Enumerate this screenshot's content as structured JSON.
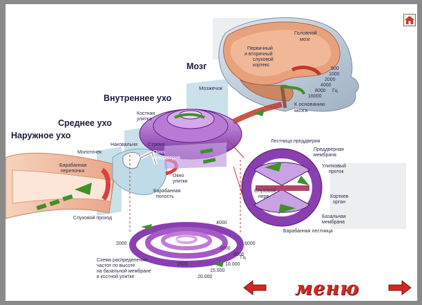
{
  "titles": {
    "outer_ear": "Наружное ухо",
    "middle_ear": "Среднее ухо",
    "inner_ear": "Внутреннее ухо",
    "brain": "Мозг"
  },
  "brain_labels": {
    "head_brain": [
      "Головной",
      "мозг"
    ],
    "cortex": [
      "Первичный",
      "и вторичный",
      "слуховой",
      "кортекс"
    ],
    "cerebellum": "Мозжечок",
    "to_base": [
      "К основанию",
      "мозга"
    ],
    "frequencies": [
      "500",
      "1000",
      "2000",
      "4000",
      "8000",
      "16000"
    ],
    "hz": "Гц"
  },
  "ear_labels": {
    "cochlea": [
      "Костная",
      "улитка"
    ],
    "anvil": "Наковальня",
    "stirrup": "Стремя",
    "hammer": "Молоточек",
    "eardrum": [
      "Барабанная",
      "перепонка"
    ],
    "oval_window": [
      "Окно",
      "преддверия"
    ],
    "round_window": [
      "Окно",
      "улитки"
    ],
    "tympanic_cavity": [
      "Барабанная",
      "полость"
    ],
    "ear_canal": "Слуховой проход"
  },
  "section_labels": {
    "scala_vestibuli": "Лестница преддверия",
    "vestibular_membrane": [
      "Преддверная",
      "мембрана"
    ],
    "cochlear_duct": [
      "Улитковый",
      "проток"
    ],
    "auditory_nerve": [
      "Слуховой",
      "нерв"
    ],
    "corti": [
      "Кортиев",
      "орган"
    ],
    "basilar_membrane": [
      "Базальная",
      "мембрана"
    ],
    "scala_tympani": "Барабанная лестница"
  },
  "spiral": {
    "values": [
      "4000",
      "100",
      "2000",
      "1000",
      "6000",
      "8000",
      "1500",
      "10.000",
      "15.000",
      "20.000"
    ],
    "hz": "Гц",
    "caption": [
      "Схема распределения",
      "частот по высоте",
      "на базальной мембране",
      "в костной улитке"
    ]
  },
  "nav": {
    "menu_label": "меню",
    "home_icon": "home-icon",
    "prev_icon": "arrow-left-icon",
    "next_icon": "arrow-right-icon"
  },
  "colors": {
    "accent_red": "#cf2a22",
    "cochlea_purple": "#8a3fb0",
    "arrow_green": "#3f8f2a",
    "ear_pink": "#f2b79a"
  }
}
